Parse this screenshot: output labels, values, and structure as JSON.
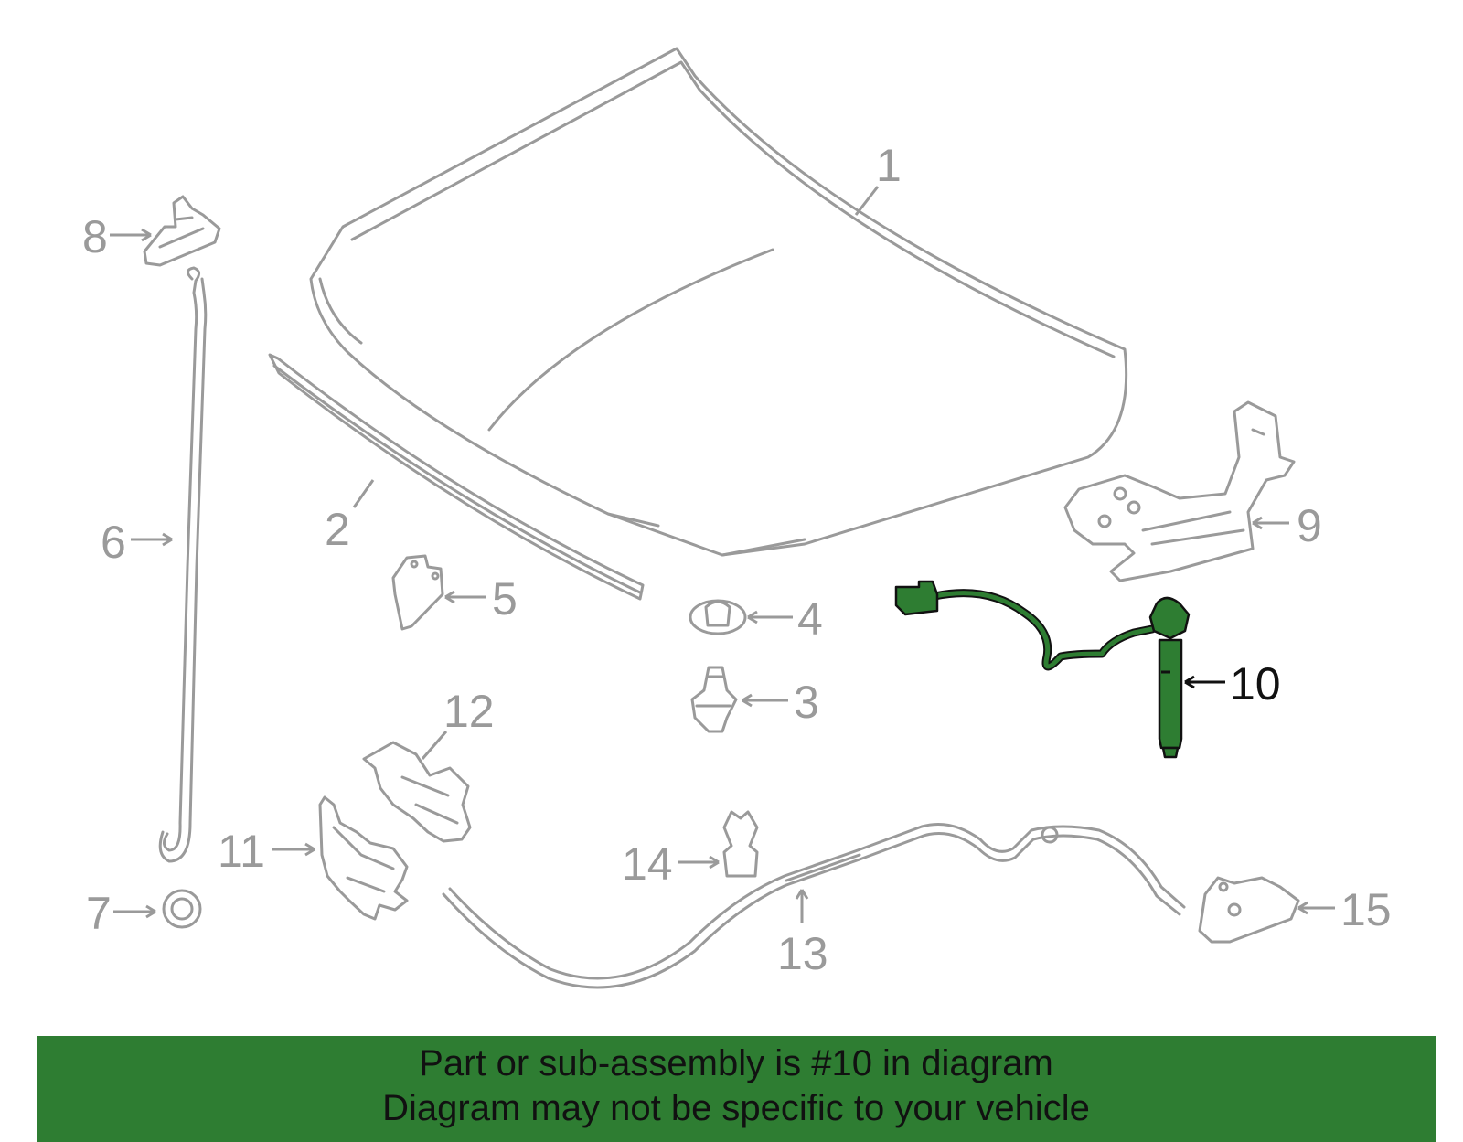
{
  "callouts": [
    {
      "id": 1,
      "label": "1"
    },
    {
      "id": 2,
      "label": "2"
    },
    {
      "id": 3,
      "label": "3"
    },
    {
      "id": 4,
      "label": "4"
    },
    {
      "id": 5,
      "label": "5"
    },
    {
      "id": 6,
      "label": "6"
    },
    {
      "id": 7,
      "label": "7"
    },
    {
      "id": 8,
      "label": "8"
    },
    {
      "id": 9,
      "label": "9"
    },
    {
      "id": 10,
      "label": "10",
      "highlighted": true
    },
    {
      "id": 11,
      "label": "11"
    },
    {
      "id": 12,
      "label": "12"
    },
    {
      "id": 13,
      "label": "13"
    },
    {
      "id": 14,
      "label": "14"
    },
    {
      "id": 15,
      "label": "15"
    }
  ],
  "banner": {
    "line1": "Part or sub-assembly is #10 in diagram",
    "line2": "Diagram may not be specific to your vehicle"
  },
  "colors": {
    "highlight": "#2e7d32",
    "part_outline": "#9a9a9a",
    "highlight_outline": "#111111"
  }
}
